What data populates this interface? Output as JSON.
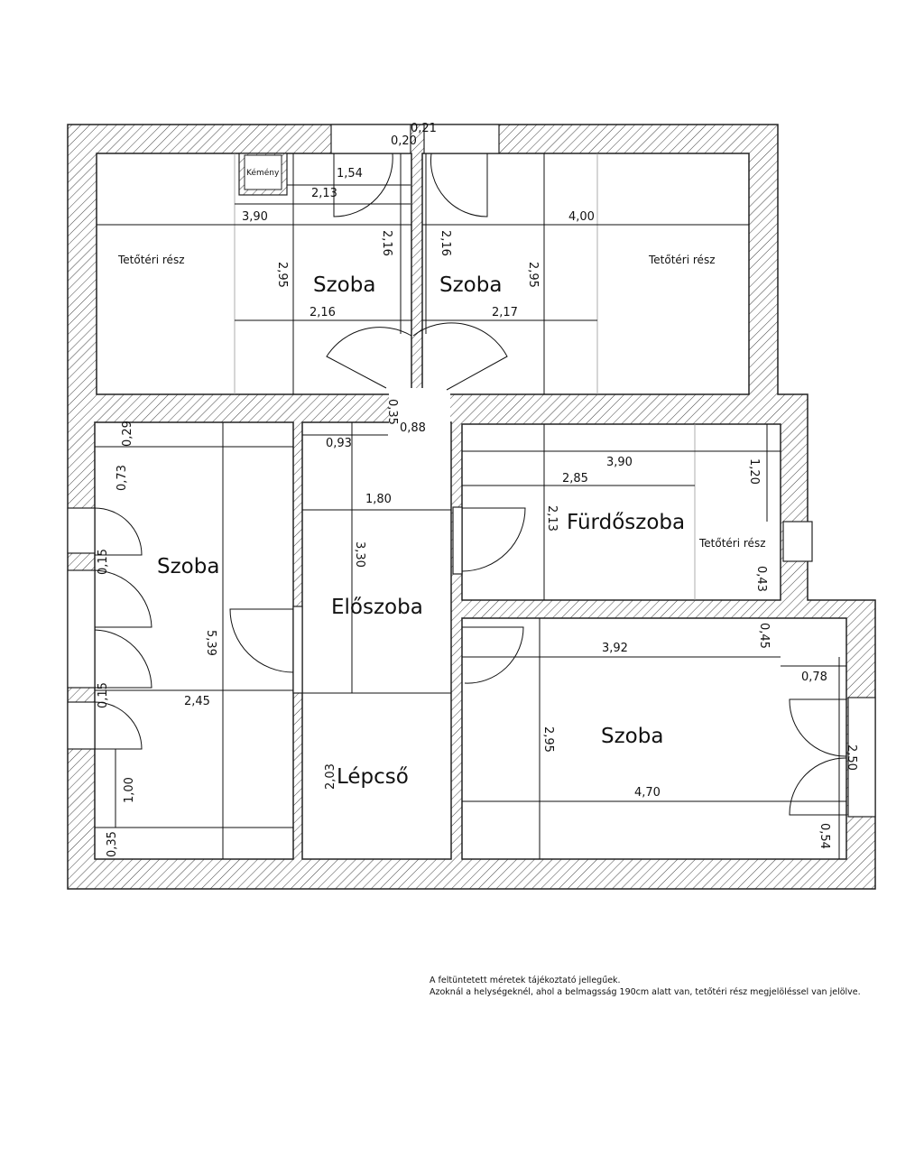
{
  "rooms": {
    "top_left": "Szoba",
    "top_right": "Szoba",
    "left": "Szoba",
    "hall": "Előszoba",
    "stairs": "Lépcső",
    "bathroom": "Fürdőszoba",
    "bottom_right": "Szoba",
    "chimney": "Kémény",
    "attic_1": "Tetőtéri rész",
    "attic_2": "Tetőtéri rész",
    "attic_3": "Tetőtéri rész"
  },
  "dimensions": [
    "0,21",
    "0,20",
    "1,54",
    "2,13",
    "3,90",
    "4,00",
    "2,16",
    "2,16",
    "2,95",
    "2,95",
    "2,16",
    "2,17",
    "0,35",
    "0,88",
    "0,93",
    "0,29",
    "0,73",
    "0,15",
    "0,15",
    "1,00",
    "0,35",
    "5,39",
    "2,45",
    "1,80",
    "3,30",
    "3,90",
    "2,85",
    "2,13",
    "1,20",
    "0,43",
    "0,45",
    "3,92",
    "0,78",
    "2,95",
    "2,50",
    "4,70",
    "0,54",
    "2,03"
  ],
  "notes": {
    "line1": "A feltüntetett méretek tájékoztató jellegűek.",
    "line2": "Azoknál a helységeknél, ahol a belmagsság 190cm alatt van, tetőtéri rész megjelöléssel van jelölve."
  }
}
